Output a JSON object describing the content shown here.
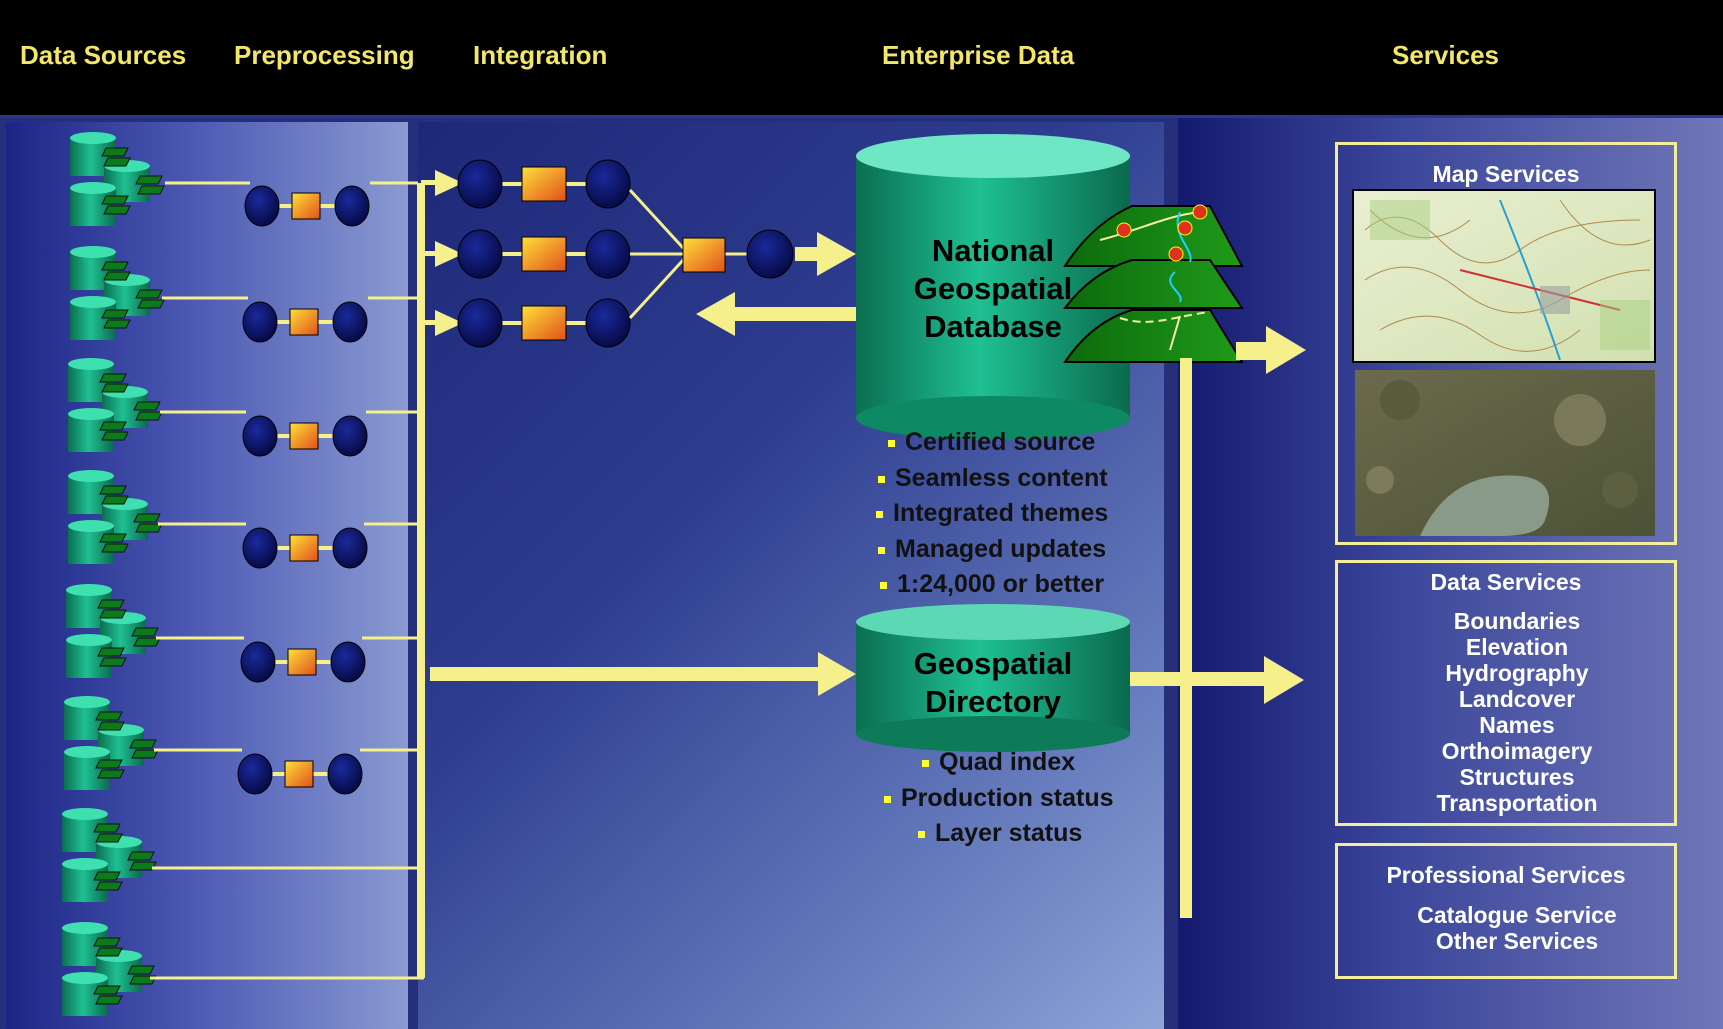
{
  "header": {
    "columns": [
      "Data Sources",
      "Preprocessing",
      "Integration",
      "Enterprise Data",
      "Services"
    ]
  },
  "enterprise": {
    "ngd_title": [
      "National",
      "Geospatial",
      "Database"
    ],
    "ngd_bullets": [
      "Certified source",
      "Seamless content",
      "Integrated themes",
      "Managed updates",
      "1:24,000 or better"
    ],
    "dir_title": [
      "Geospatial",
      "Directory"
    ],
    "dir_bullets": [
      "Quad index",
      "Production status",
      "Layer status"
    ]
  },
  "services": {
    "map": {
      "title": "Map Services"
    },
    "data": {
      "title": "Data Services",
      "items": [
        "Boundaries",
        "Elevation",
        "Hydrography",
        "Landcover",
        "Names",
        "Orthoimagery",
        "Structures",
        "Transportation"
      ]
    },
    "professional": {
      "title": "Professional Services",
      "items": [
        "Catalogue Service",
        "Other Services"
      ]
    }
  },
  "colors": {
    "accent_yellow": "#f3e76a",
    "connector": "#f5f08c",
    "cylinder": "#1ab08a",
    "node": "#0a0f5a",
    "process": "#f0a020"
  },
  "icons": [
    "database-cylinder-icon",
    "layer-stack-icon",
    "process-node-icon",
    "arrow-icon"
  ]
}
